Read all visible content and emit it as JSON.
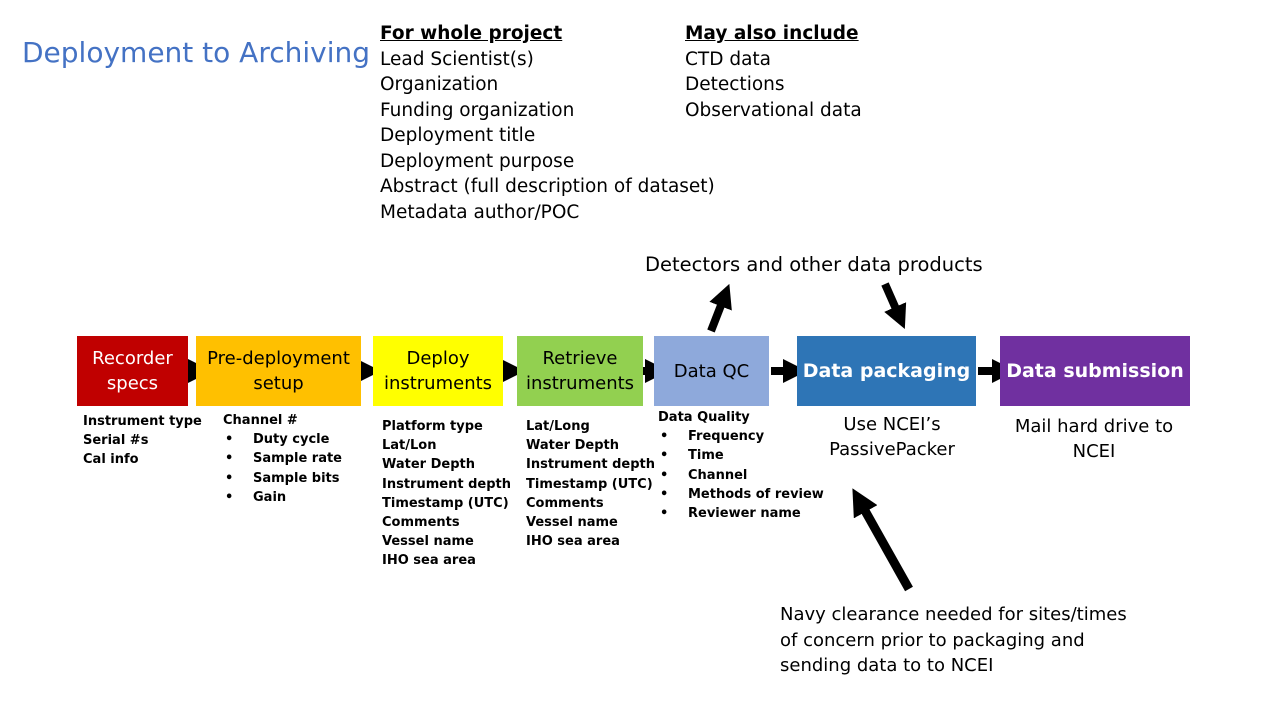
{
  "title": "Deployment to Archiving",
  "project": {
    "header": "For whole project",
    "items": [
      "Lead Scientist(s)",
      "Organization",
      "Funding organization",
      "Deployment title",
      "Deployment purpose",
      "Abstract (full description of dataset)",
      "Metadata author/POC"
    ]
  },
  "also": {
    "header": "May also include",
    "items": [
      "CTD data",
      "Detections",
      "Observational data"
    ]
  },
  "detectors_label": "Detectors and other data products",
  "steps": {
    "recorder": {
      "line1": "Recorder",
      "line2": "specs"
    },
    "predeploy": {
      "line1": "Pre-deployment",
      "line2": "setup"
    },
    "deploy": {
      "line1": "Deploy",
      "line2": "instruments"
    },
    "retrieve": {
      "line1": "Retrieve",
      "line2": "instruments"
    },
    "qc": {
      "label": "Data QC"
    },
    "pack": {
      "label": "Data packaging"
    },
    "submit": {
      "label": "Data submission"
    }
  },
  "recorder_details": [
    "Instrument type",
    "Serial #s",
    "Cal info"
  ],
  "predeploy_details": {
    "header": "Channel #",
    "bullets": [
      "Duty cycle",
      "Sample rate",
      "Sample bits",
      "Gain"
    ]
  },
  "deploy_details": [
    "Platform type",
    "Lat/Lon",
    "Water Depth",
    "Instrument depth",
    "Timestamp (UTC)",
    "Comments",
    "Vessel name",
    "IHO sea area"
  ],
  "retrieve_details": [
    "Lat/Long",
    "Water Depth",
    "Instrument depth",
    "Timestamp (UTC)",
    "Comments",
    "Vessel name",
    "IHO sea area"
  ],
  "qc_details": {
    "header": "Data Quality",
    "bullets": [
      "Frequency",
      "Time",
      "Channel",
      "Methods of review",
      "Reviewer name"
    ]
  },
  "pack_note": {
    "line1": "Use NCEI’s",
    "line2": "PassivePacker"
  },
  "submit_note": {
    "line1": "Mail hard drive to",
    "line2": "NCEI"
  },
  "navy_note": {
    "line1": "Navy clearance needed for sites/times",
    "line2": "of concern prior to packaging and",
    "line3": "sending data to to NCEI"
  }
}
